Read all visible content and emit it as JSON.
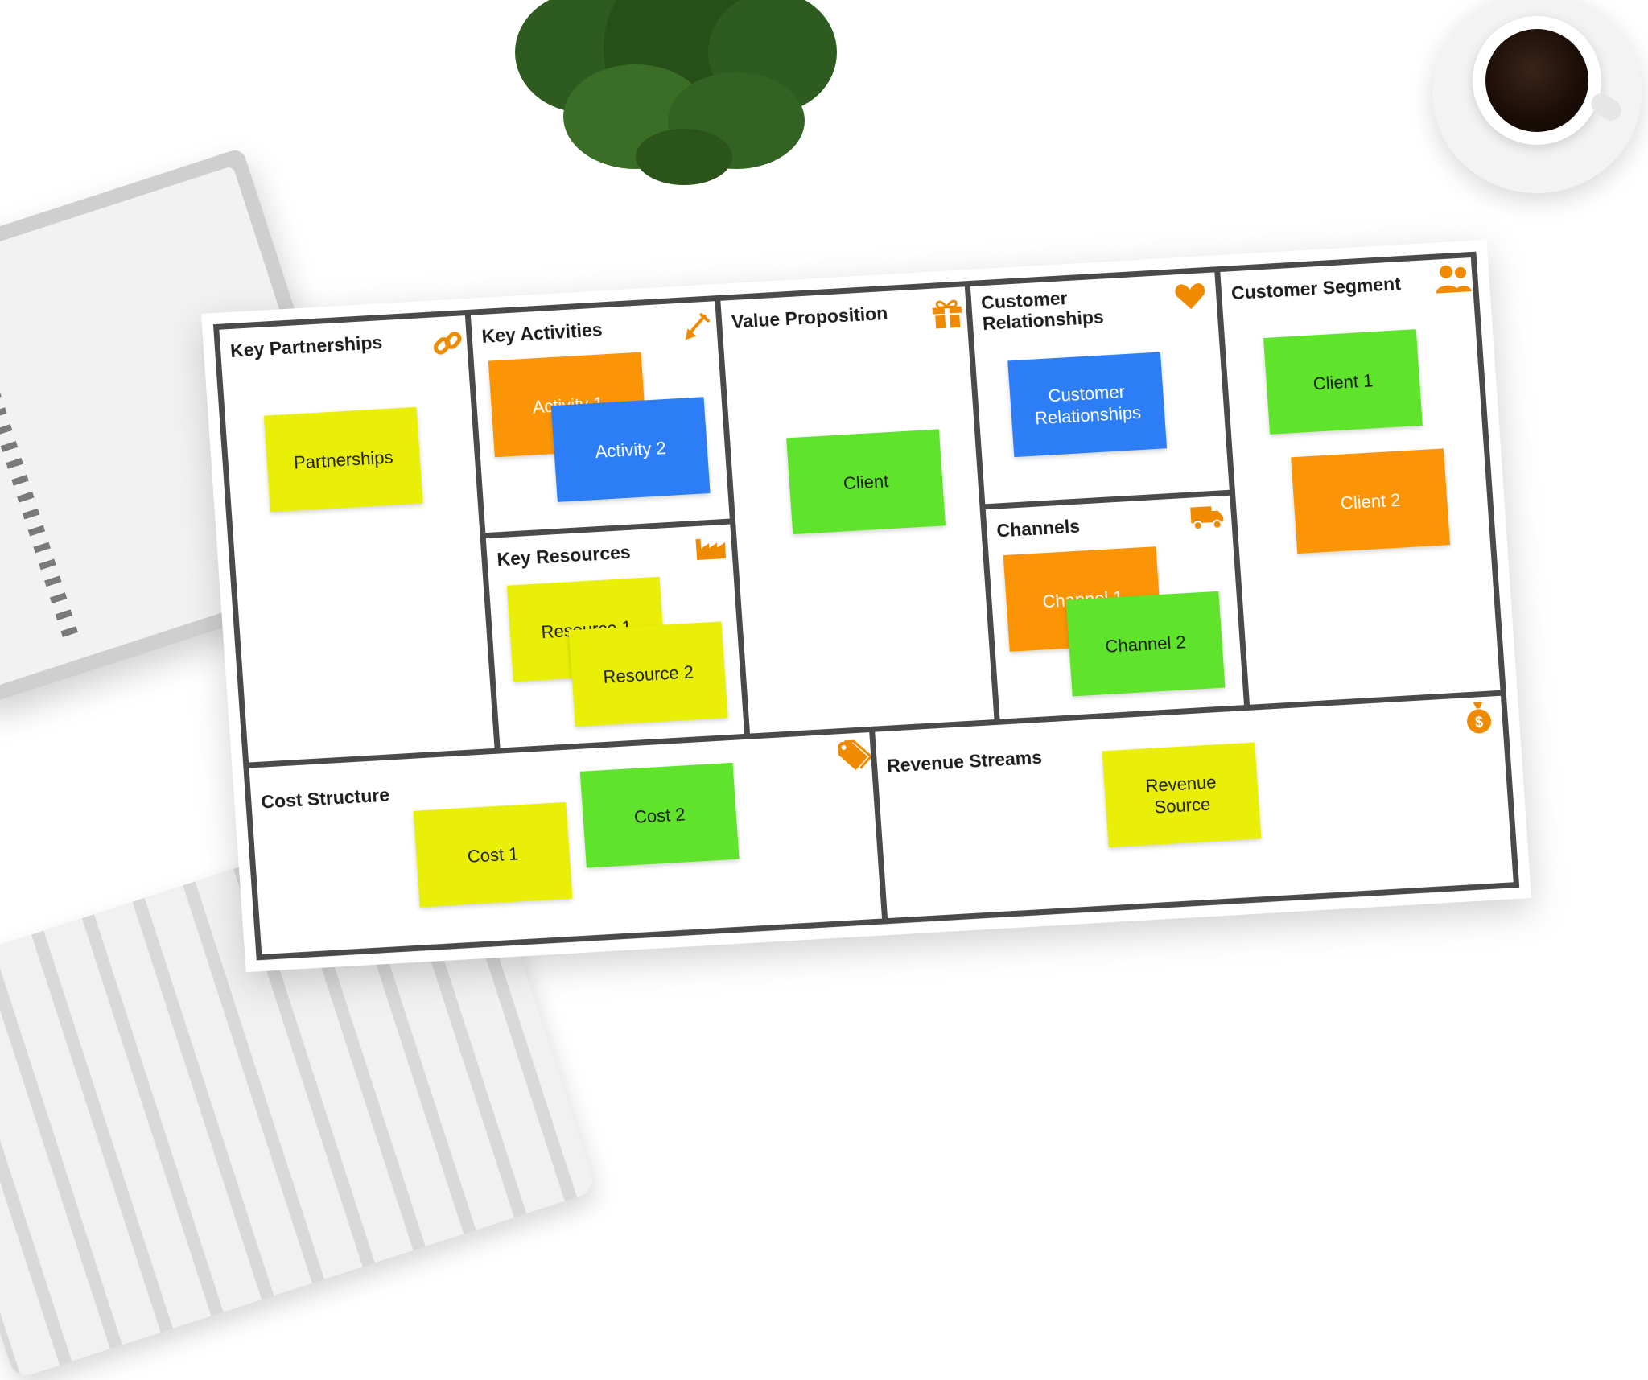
{
  "colors": {
    "frame": "#4a4a4a",
    "accent_icon": "#f08a00",
    "yellow": "#e9ef07",
    "green": "#5fe32b",
    "orange": "#fb9506",
    "blue": "#2d7ef6"
  },
  "canvas": {
    "sections": {
      "key_partnerships": {
        "title": "Key Partnerships",
        "icon": "link-icon"
      },
      "key_activities": {
        "title": "Key Activities",
        "icon": "shovel-icon"
      },
      "key_resources": {
        "title": "Key Resources",
        "icon": "factory-icon"
      },
      "value_proposition": {
        "title": "Value Proposition",
        "icon": "gift-icon"
      },
      "customer_relationships": {
        "title_line1": "Customer",
        "title_line2": "Relationships",
        "icon": "heart-icon"
      },
      "channels": {
        "title": "Channels",
        "icon": "truck-icon"
      },
      "customer_segment": {
        "title": "Customer Segment",
        "icon": "users-icon"
      },
      "cost_structure": {
        "title": "Cost Structure",
        "icon": "tags-icon"
      },
      "revenue_streams": {
        "title": "Revenue Streams",
        "icon": "money-bag-icon"
      }
    },
    "notes": {
      "partnerships": {
        "text": "Partnerships",
        "color": "yellow"
      },
      "activity_1": {
        "text": "Activity 1",
        "color": "orange"
      },
      "activity_2": {
        "text": "Activity 2",
        "color": "blue"
      },
      "resource_1": {
        "text": "Resource 1",
        "color": "yellow"
      },
      "resource_2": {
        "text": "Resource 2",
        "color": "yellow"
      },
      "value_client": {
        "text": "Client",
        "color": "green"
      },
      "customer_relationships": {
        "line1": "Customer",
        "line2": "Relationships",
        "color": "blue"
      },
      "channel_1": {
        "text": "Channel 1",
        "color": "orange"
      },
      "channel_2": {
        "text": "Channel 2",
        "color": "green"
      },
      "client_1": {
        "text": "Client 1",
        "color": "green"
      },
      "client_2": {
        "text": "Client 2",
        "color": "orange"
      },
      "cost_1": {
        "text": "Cost 1",
        "color": "yellow"
      },
      "cost_2": {
        "text": "Cost 2",
        "color": "green"
      },
      "revenue_source": {
        "line1": "Revenue",
        "line2": "Source",
        "color": "yellow"
      }
    }
  }
}
